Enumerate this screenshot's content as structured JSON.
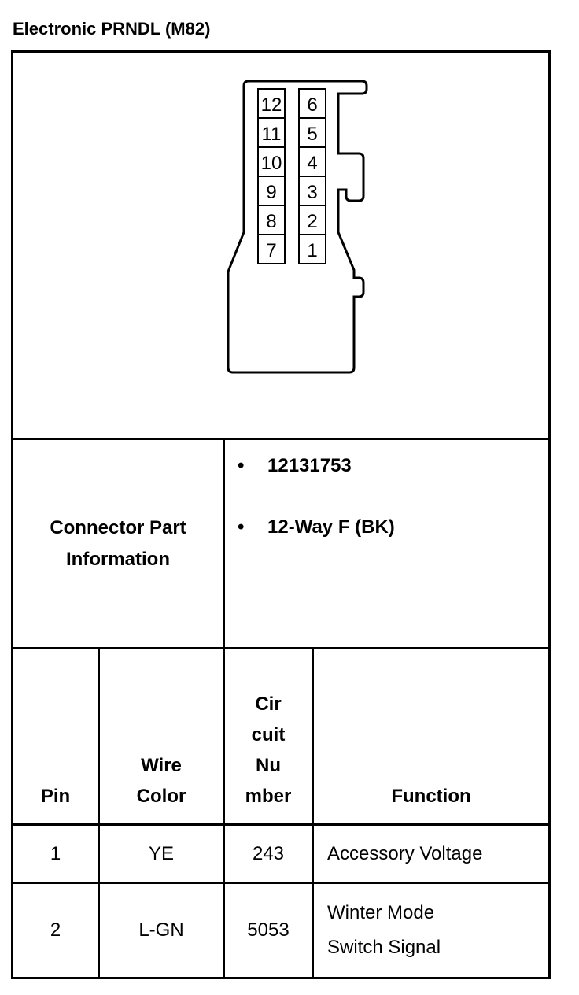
{
  "title": "Electronic PRNDL (M82)",
  "connector": {
    "left_column_pins": [
      "12",
      "11",
      "10",
      "9",
      "8",
      "7"
    ],
    "right_column_pins": [
      "6",
      "5",
      "4",
      "3",
      "2",
      "1"
    ]
  },
  "part_info": {
    "label_line1": "Connector Part",
    "label_line2": "Information",
    "bullet": "•",
    "items": [
      "12131753",
      "12-Way F (BK)"
    ]
  },
  "table": {
    "headers": {
      "pin": "Pin",
      "wire_color_line1": "Wire",
      "wire_color_line2": "Color",
      "circuit_line1": "Cir",
      "circuit_line2": "cuit",
      "circuit_line3": "Nu",
      "circuit_line4": "mber",
      "function": "Function"
    },
    "rows": [
      {
        "pin": "1",
        "wire_color": "YE",
        "circuit": "243",
        "function_line1": "Accessory Voltage",
        "function_line2": ""
      },
      {
        "pin": "2",
        "wire_color": "L-GN",
        "circuit": "5053",
        "function_line1": "Winter Mode",
        "function_line2": "Switch Signal"
      }
    ]
  }
}
